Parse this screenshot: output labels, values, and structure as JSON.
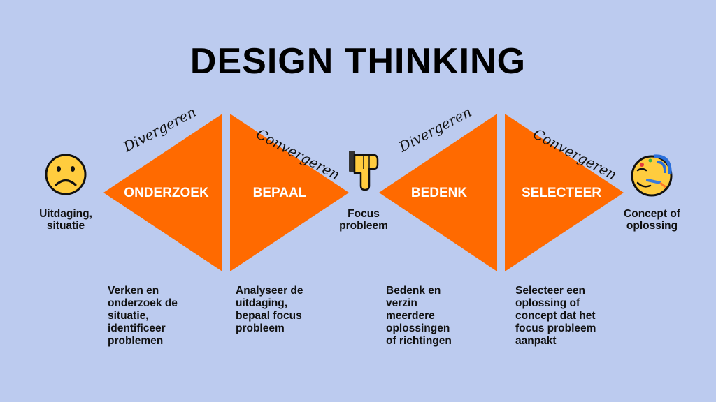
{
  "title": "DESIGN THINKING",
  "colors": {
    "background": "#bccbef",
    "triangle": "#ff6a00",
    "emoji_yellow": "#ffcc3e"
  },
  "phases": [
    {
      "label": "ONDERZOEK",
      "mode": "Divergeren",
      "description": "Verken en\nonderzoek de\nsituatie,\nidentificeer\nproblemen"
    },
    {
      "label": "BEPAAL",
      "mode": "Convergeren",
      "description": "Analyseer de\nuitdaging,\nbepaal focus\nprobleem"
    },
    {
      "label": "BEDENK",
      "mode": "Divergeren",
      "description": "Bedenk en\nverzin\nmeerdere\noplossingen\nof richtingen"
    },
    {
      "label": "SELECTEER",
      "mode": "Convergeren",
      "description": "Selecteer een\noplossing of\nconcept dat het\nfocus probleem\naanpakt"
    }
  ],
  "milestones": [
    {
      "icon": "sad-face-icon",
      "caption": "Uitdaging,\nsituatie"
    },
    {
      "icon": "pointing-hand-icon",
      "caption": "Focus\nprobleem"
    },
    {
      "icon": "party-face-icon",
      "caption": "Concept of\noplossing"
    }
  ]
}
